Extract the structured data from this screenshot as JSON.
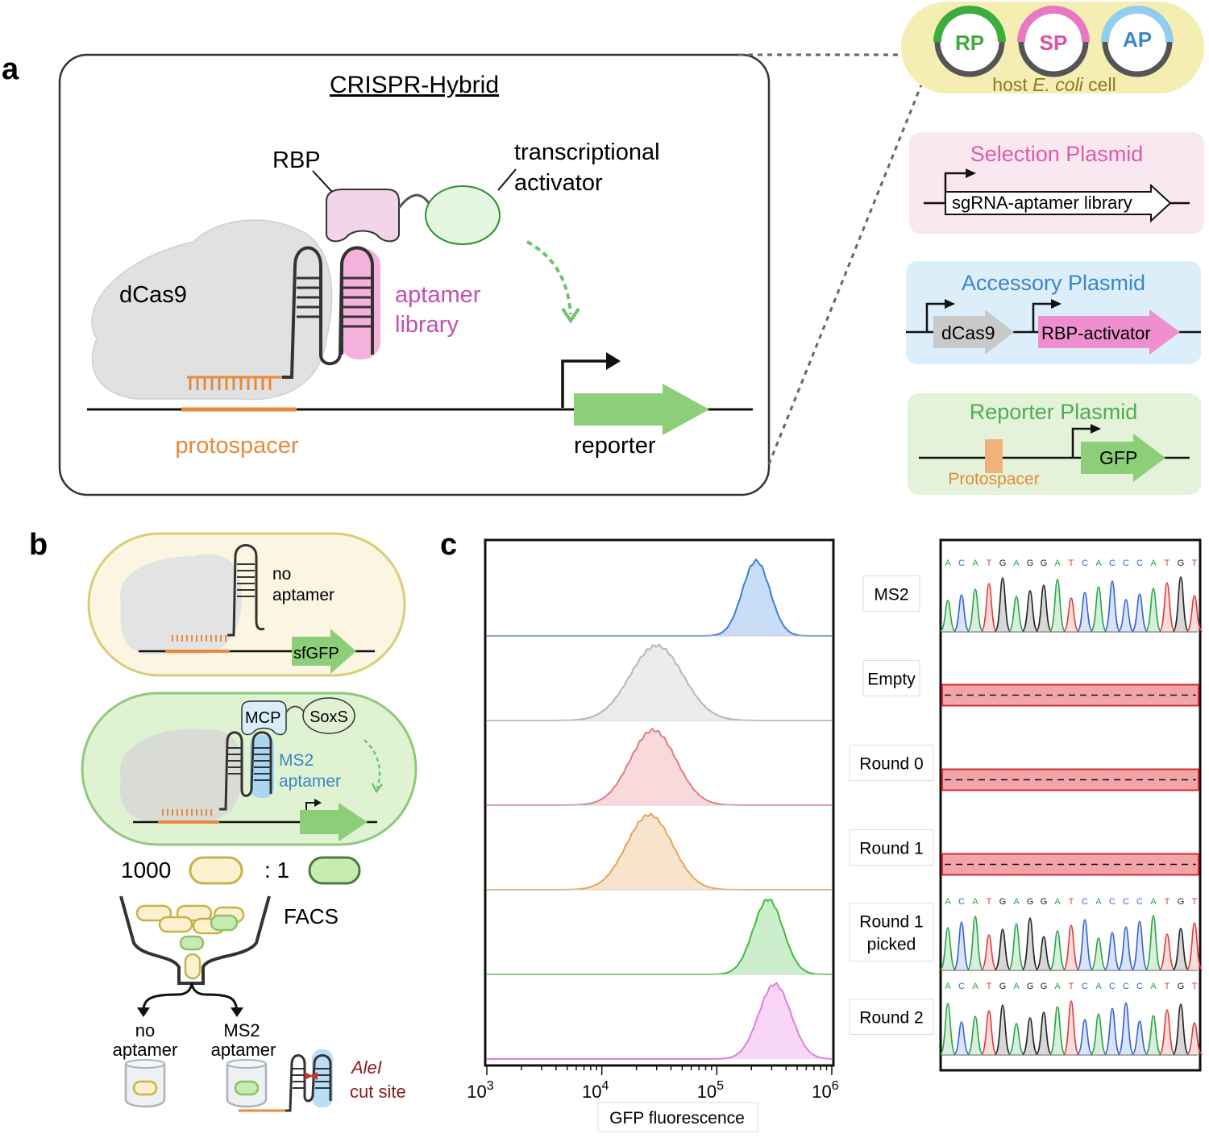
{
  "panel_a": {
    "letter": "a",
    "title": "CRISPR-Hybrid",
    "labels": {
      "rbp": "RBP",
      "activator_1": "transcriptional",
      "activator_2": "activator",
      "dcas9": "dCas9",
      "aptamer_1": "aptamer",
      "aptamer_2": "library",
      "protospacer": "protospacer",
      "reporter": "reporter"
    },
    "host": {
      "plasmids": [
        "RP",
        "SP",
        "AP"
      ],
      "caption_prefix": "host ",
      "caption_italic": "E. coli",
      "caption_suffix": " cell"
    },
    "selection": {
      "title": "Selection Plasmid",
      "insert": "sgRNA-aptamer library"
    },
    "accessory": {
      "title": "Accessory Plasmid",
      "gene_1": "dCas9",
      "gene_2": "RBP-activator"
    },
    "reporter_plasmid": {
      "title": "Reporter Plasmid",
      "gene": "GFP",
      "site": "Protospacer"
    }
  },
  "panel_b": {
    "letter": "b",
    "cell1": {
      "line1": "no",
      "line2": "aptamer",
      "gene": "sfGFP"
    },
    "cell2": {
      "mcp": "MCP",
      "soxs": "SoxS",
      "line1": "MS2",
      "line2": "aptamer"
    },
    "ratio_left": "1000",
    "ratio_right": ": 1",
    "facs": "FACS",
    "out1_line1": "no",
    "out1_line2": "aptamer",
    "out2_line1": "MS2",
    "out2_line2": "aptamer",
    "enzyme": "AleI",
    "cut": "cut site"
  },
  "panel_c": {
    "letter": "c",
    "xlabel": "GFP fluorescence",
    "sample_labels": [
      "MS2",
      "Empty",
      "Round 0",
      "Round 1",
      "Round 1 picked",
      "Round 2"
    ],
    "sequence": "ACATGAGGATCACCCATGT",
    "base_colors": {
      "A": "#27a844",
      "C": "#3465d6",
      "G": "#222222",
      "T": "#e03b3b"
    }
  },
  "chart_data": {
    "type": "area",
    "x_scale": "log",
    "xlim": [
      1000,
      1000000
    ],
    "xticks": [
      "10^3",
      "10^4",
      "10^5",
      "10^6"
    ],
    "xlabel": "GFP fluorescence",
    "series": [
      {
        "name": "MS2",
        "color": "#3b7fd6",
        "fill": "#c9ddf6",
        "peak": 220000,
        "width": 0.12
      },
      {
        "name": "Empty",
        "color": "#b6b6b6",
        "fill": "#ececec",
        "peak": 30000,
        "width": 0.23
      },
      {
        "name": "Round 0",
        "color": "#e47a82",
        "fill": "#f8dadc",
        "peak": 28000,
        "width": 0.2
      },
      {
        "name": "Round 1",
        "color": "#e8a45c",
        "fill": "#f8e4cc",
        "peak": 26000,
        "width": 0.2
      },
      {
        "name": "Round 1 picked",
        "color": "#3cbf3c",
        "fill": "#cdeecd",
        "peak": 280000,
        "width": 0.13
      },
      {
        "name": "Round 2",
        "color": "#e27de0",
        "fill": "#f7d7f5",
        "peak": 320000,
        "width": 0.14
      }
    ],
    "sanger": [
      "peaks",
      "blank",
      "blank",
      "blank",
      "peaks",
      "peaks"
    ]
  }
}
